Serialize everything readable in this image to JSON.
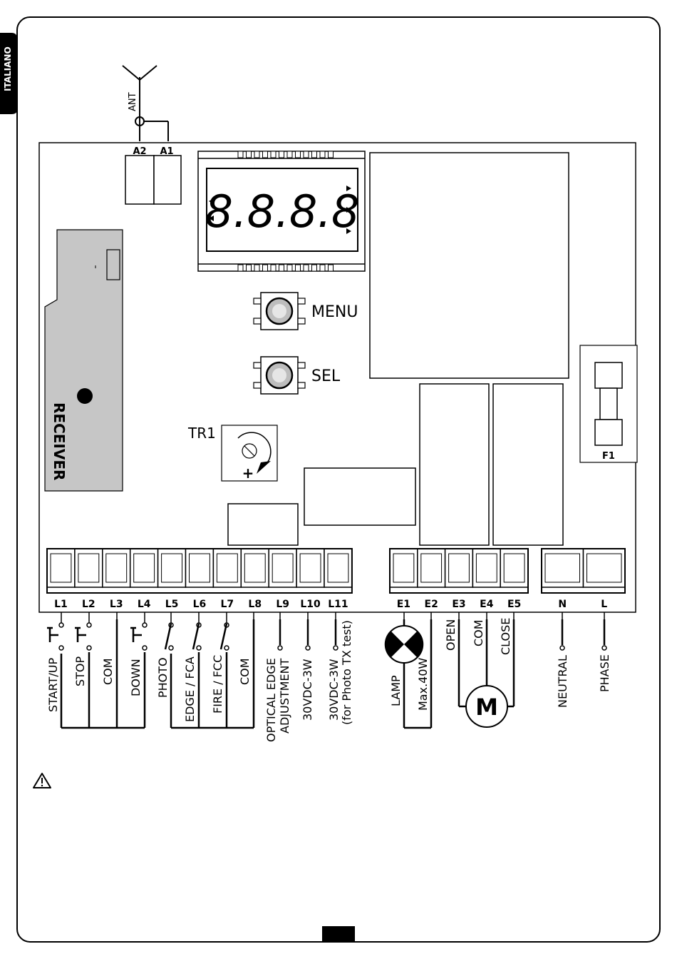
{
  "language_tab": "ITALIANO",
  "antenna": {
    "label": "ANT",
    "terminals": [
      "A2",
      "A1"
    ]
  },
  "display": {
    "readout": "8.8.8.8"
  },
  "buttons": {
    "menu": "MENU",
    "sel": "SEL"
  },
  "trimmer": {
    "label": "TR1",
    "plus": "+"
  },
  "receiver": {
    "label": "RECEIVER"
  },
  "fuse": {
    "label": "F1"
  },
  "terminals_l": [
    "L1",
    "L2",
    "L3",
    "L4",
    "L5",
    "L6",
    "L7",
    "L8",
    "L9",
    "L10",
    "L11"
  ],
  "terminals_e": [
    "E1",
    "E2",
    "E3",
    "E4",
    "E5"
  ],
  "terminals_power": [
    "N",
    "L"
  ],
  "wiring": {
    "start_up": "START/UP",
    "stop": "STOP",
    "com_1": "COM",
    "down": "DOWN",
    "photo": "PHOTO",
    "edge": "EDGE / FCA",
    "fire": "FIRE / FCC",
    "com_2": "COM",
    "optical_1": "OPTICAL EDGE",
    "optical_2": "ADJUSTMENT",
    "vdc": "30VDC-3W",
    "vdc_test_1": "30VDC-3W",
    "vdc_test_2": "(for Photo TX test)",
    "lamp": "LAMP",
    "lamp_max": "Max.40W",
    "open": "OPEN",
    "com_motor": "COM",
    "close": "CLOSE",
    "motor": "M",
    "neutral": "NEUTRAL",
    "phase": "PHASE"
  },
  "warning": {
    "icon": "warning-triangle-icon"
  }
}
